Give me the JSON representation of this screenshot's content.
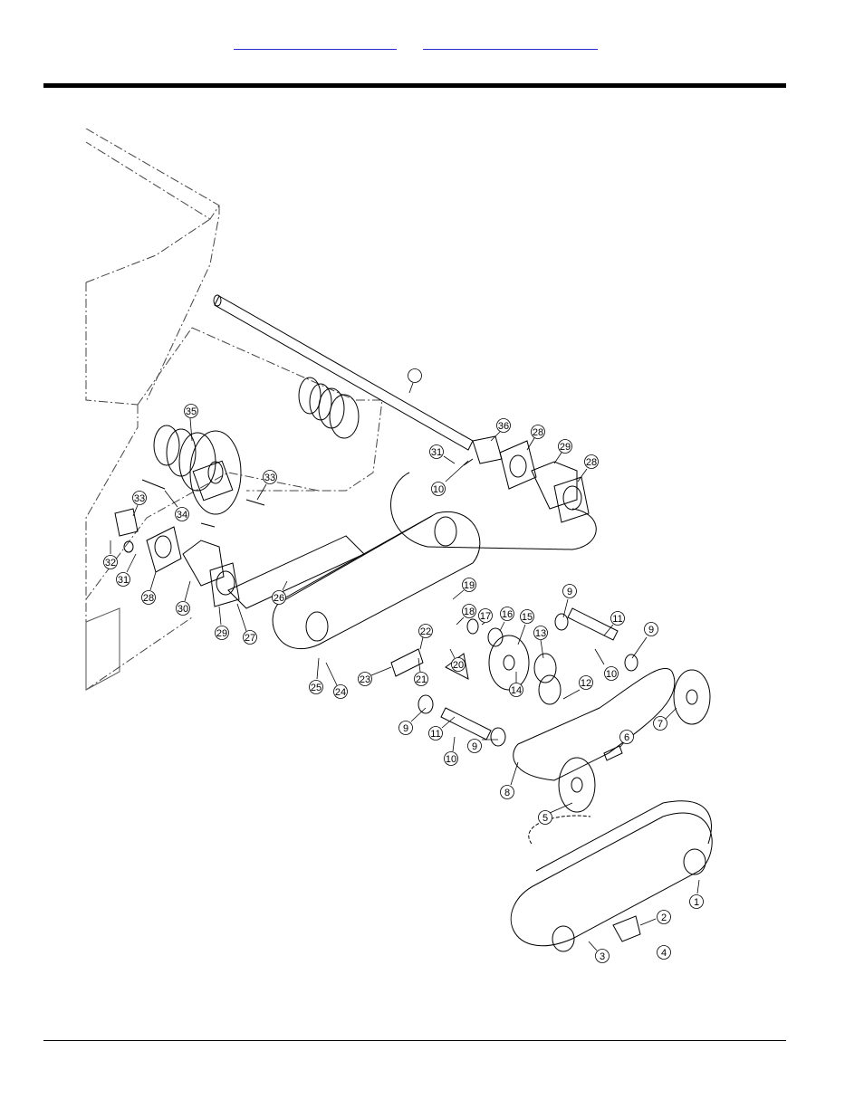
{
  "header": {
    "links": [
      "",
      ""
    ]
  },
  "diagram": {
    "callouts": [
      "1",
      "2",
      "3",
      "4",
      "5",
      "6",
      "7",
      "8",
      "9",
      "9",
      "9",
      "9",
      "10",
      "10",
      "10",
      "11",
      "11",
      "12",
      "13",
      "14",
      "15",
      "16",
      "17",
      "18",
      "19",
      "20",
      "21",
      "22",
      "23",
      "24",
      "25",
      "26",
      "27",
      "28",
      "28",
      "28",
      "29",
      "29",
      "30",
      "31",
      "31",
      "32",
      "33",
      "33",
      "34",
      "35",
      "36"
    ]
  }
}
